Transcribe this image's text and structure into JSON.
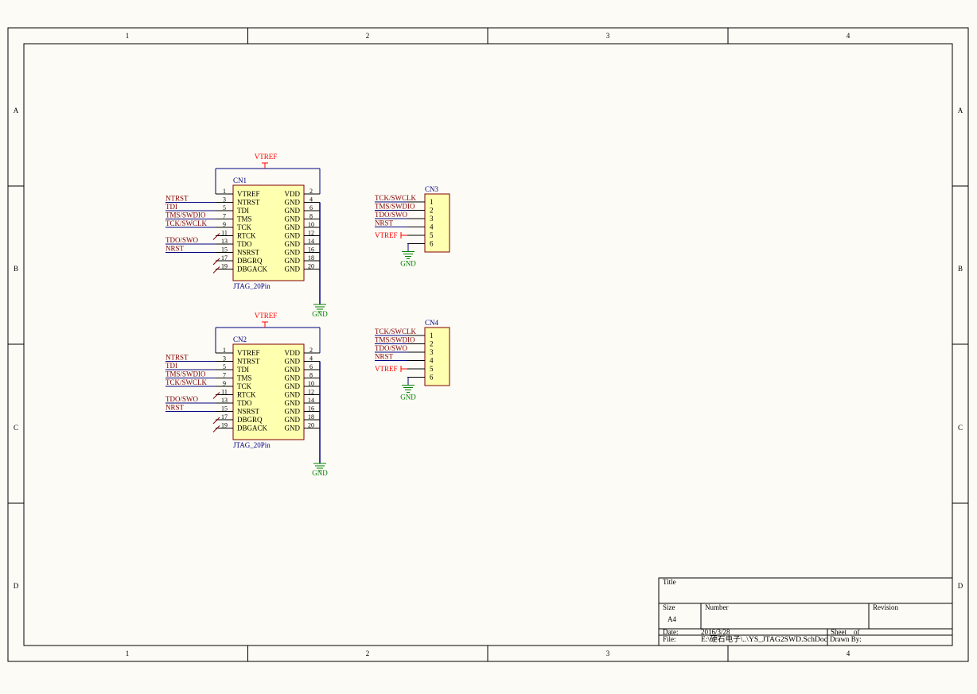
{
  "sheet": {
    "columns": [
      "1",
      "2",
      "3",
      "4"
    ],
    "rows": [
      "A",
      "B",
      "C",
      "D"
    ]
  },
  "jtag_connectors": [
    {
      "ref": "CN1",
      "part": "JTAG_20Pin",
      "power_label": "VTREF",
      "gnd_label": "GND",
      "left_pins": [
        {
          "num": "1",
          "name": "VTREF",
          "net": ""
        },
        {
          "num": "3",
          "name": "NTRST",
          "net": "NTRST"
        },
        {
          "num": "5",
          "name": "TDI",
          "net": "TDI"
        },
        {
          "num": "7",
          "name": "TMS",
          "net": "TMS/SWDIO"
        },
        {
          "num": "9",
          "name": "TCK",
          "net": "TCK/SWCLK"
        },
        {
          "num": "11",
          "name": "RTCK",
          "net": ""
        },
        {
          "num": "13",
          "name": "TDO",
          "net": "TDO/SWO"
        },
        {
          "num": "15",
          "name": "NSRST",
          "net": "NRST"
        },
        {
          "num": "17",
          "name": "DBGRQ",
          "net": ""
        },
        {
          "num": "19",
          "name": "DBGACK",
          "net": ""
        }
      ],
      "right_pins": [
        {
          "num": "2",
          "name": "VDD"
        },
        {
          "num": "4",
          "name": "GND"
        },
        {
          "num": "6",
          "name": "GND"
        },
        {
          "num": "8",
          "name": "GND"
        },
        {
          "num": "10",
          "name": "GND"
        },
        {
          "num": "12",
          "name": "GND"
        },
        {
          "num": "14",
          "name": "GND"
        },
        {
          "num": "16",
          "name": "GND"
        },
        {
          "num": "18",
          "name": "GND"
        },
        {
          "num": "20",
          "name": "GND"
        }
      ]
    },
    {
      "ref": "CN2",
      "part": "JTAG_20Pin",
      "power_label": "VTREF",
      "gnd_label": "GND",
      "left_pins": [
        {
          "num": "1",
          "name": "VTREF",
          "net": ""
        },
        {
          "num": "3",
          "name": "NTRST",
          "net": "NTRST"
        },
        {
          "num": "5",
          "name": "TDI",
          "net": "TDI"
        },
        {
          "num": "7",
          "name": "TMS",
          "net": "TMS/SWDIO"
        },
        {
          "num": "9",
          "name": "TCK",
          "net": "TCK/SWCLK"
        },
        {
          "num": "11",
          "name": "RTCK",
          "net": ""
        },
        {
          "num": "13",
          "name": "TDO",
          "net": "TDO/SWO"
        },
        {
          "num": "15",
          "name": "NSRST",
          "net": "NRST"
        },
        {
          "num": "17",
          "name": "DBGRQ",
          "net": ""
        },
        {
          "num": "19",
          "name": "DBGACK",
          "net": ""
        }
      ],
      "right_pins": [
        {
          "num": "2",
          "name": "VDD"
        },
        {
          "num": "4",
          "name": "GND"
        },
        {
          "num": "6",
          "name": "GND"
        },
        {
          "num": "8",
          "name": "GND"
        },
        {
          "num": "10",
          "name": "GND"
        },
        {
          "num": "12",
          "name": "GND"
        },
        {
          "num": "14",
          "name": "GND"
        },
        {
          "num": "16",
          "name": "GND"
        },
        {
          "num": "18",
          "name": "GND"
        },
        {
          "num": "20",
          "name": "GND"
        }
      ]
    }
  ],
  "swd_connectors": [
    {
      "ref": "CN3",
      "gnd_label": "GND",
      "pins": [
        {
          "num": "1",
          "net": "TCK/SWCLK",
          "kind": "wire"
        },
        {
          "num": "2",
          "net": "TMS/SWDIO",
          "kind": "wire"
        },
        {
          "num": "3",
          "net": "TDO/SWO",
          "kind": "wire"
        },
        {
          "num": "4",
          "net": "NRST",
          "kind": "wire"
        },
        {
          "num": "5",
          "net": "VTREF",
          "kind": "power"
        },
        {
          "num": "6",
          "net": "",
          "kind": "gnd"
        }
      ]
    },
    {
      "ref": "CN4",
      "gnd_label": "GND",
      "pins": [
        {
          "num": "1",
          "net": "TCK/SWCLK",
          "kind": "wire"
        },
        {
          "num": "2",
          "net": "TMS/SWDIO",
          "kind": "wire"
        },
        {
          "num": "3",
          "net": "TDO/SWO",
          "kind": "wire"
        },
        {
          "num": "4",
          "net": "NRST",
          "kind": "wire"
        },
        {
          "num": "5",
          "net": "VTREF",
          "kind": "power"
        },
        {
          "num": "6",
          "net": "",
          "kind": "gnd"
        }
      ]
    }
  ],
  "title_block": {
    "title_label": "Title",
    "size_label": "Size",
    "size_value": "A4",
    "number_label": "Number",
    "revision_label": "Revision",
    "date_label": "Date:",
    "date_value": "2016/3/28",
    "sheet_label": "Sheet    of",
    "file_label": "File:",
    "file_value": "E:\\硬石电子\\..\\YS_JTAG2SWD.SchDoc",
    "drawn_label": "Drawn By:"
  },
  "colors": {
    "background": "#fdfbf5",
    "border": "#000000",
    "wire": "#000080",
    "net_label": "#800000",
    "power": "#ff0000",
    "ground": "#008000",
    "body_fill": "#ffffb0",
    "body_stroke": "#800000",
    "designator": "#000080"
  }
}
